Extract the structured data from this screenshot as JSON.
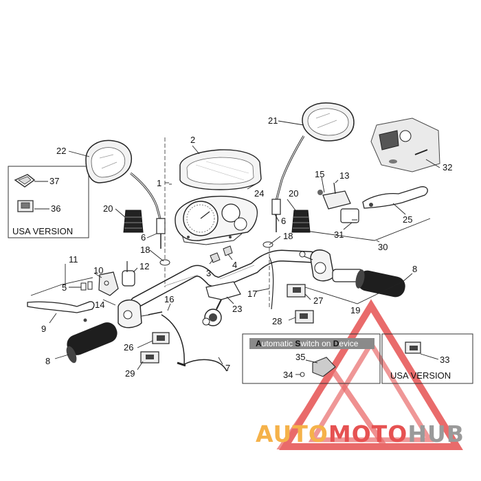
{
  "colors": {
    "logo_orange": "#f5b24a",
    "logo_red": "#e65252",
    "logo_gray": "#9a9a9a",
    "line": "#222222",
    "grip": "#1e1e1e",
    "box_header": "#7a7a7a"
  },
  "callouts": {
    "c1": "1",
    "c2": "2",
    "c3": "3",
    "c4": "4",
    "c5": "5",
    "c6a": "6",
    "c6b": "6",
    "c7": "7",
    "c8a": "8",
    "c8b": "8",
    "c9": "9",
    "c10": "10",
    "c11": "11",
    "c12": "12",
    "c13": "13",
    "c14": "14",
    "c15": "15",
    "c16": "16",
    "c17": "17",
    "c18a": "18",
    "c18b": "18",
    "c19": "19",
    "c20a": "20",
    "c20b": "20",
    "c21": "21",
    "c22": "22",
    "c23": "23",
    "c24": "24",
    "c25": "25",
    "c26": "26",
    "c27": "27",
    "c28": "28",
    "c29": "29",
    "c30": "30",
    "c31": "31",
    "c32": "32",
    "c33": "33",
    "c34": "34",
    "c35": "35",
    "c36": "36",
    "c37": "37"
  },
  "boxes": {
    "usa_left": "USA VERSION",
    "usa_right": "USA VERSION",
    "auto_switch": {
      "a1": "A",
      "a2": "utomatic ",
      "a3": "S",
      "a4": "witch ",
      "a5": "on ",
      "a6": "D",
      "a7": "evice"
    }
  },
  "logo": {
    "part1": "AUTO",
    "part2": "MOTO",
    "part3": "HUB"
  }
}
